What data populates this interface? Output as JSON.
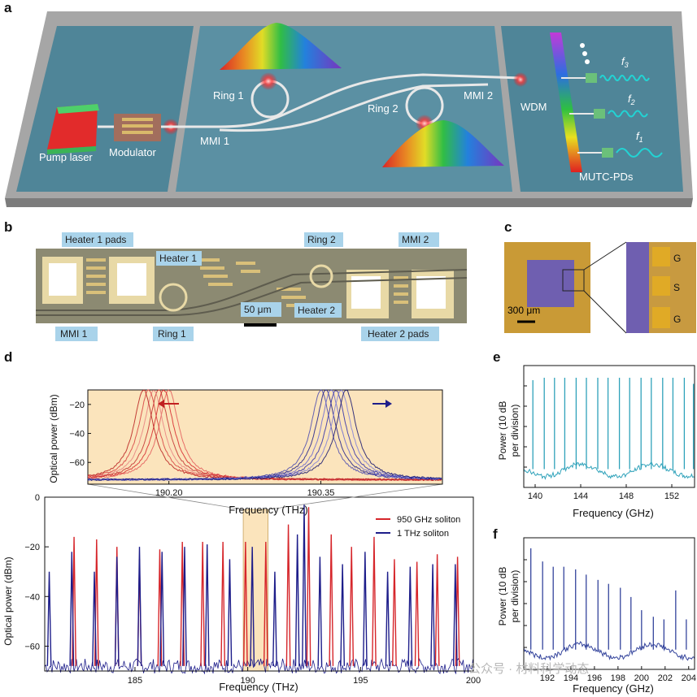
{
  "figure": {
    "panel_letters": {
      "a": "a",
      "b": "b",
      "c": "c",
      "d": "d",
      "e": "e",
      "f": "f"
    }
  },
  "panel_a": {
    "labels": {
      "pump_laser": "Pump laser",
      "modulator": "Modulator",
      "mmi1": "MMI 1",
      "ring1": "Ring 1",
      "ring2": "Ring 2",
      "mmi2": "MMI 2",
      "wdm": "WDM",
      "mutc": "MUTC-PDs",
      "f_base": "f",
      "f3_sub": "3",
      "f2_sub": "2",
      "f1_sub": "1"
    },
    "colors": {
      "board": "#5a8ea0",
      "frame": "#9a9a9a",
      "laser_red": "#e02020",
      "laser_green": "#3ec45a",
      "mutc_wave": "#22d4d4"
    }
  },
  "panel_b": {
    "labels": {
      "heater1_pads": "Heater 1 pads",
      "heater1": "Heater 1",
      "ring2": "Ring 2",
      "mmi2": "MMI 2",
      "mmi1": "MMI 1",
      "ring1": "Ring 1",
      "scale": "50 μm",
      "heater2": "Heater 2",
      "heater2_pads": "Heater 2 pads"
    },
    "colors": {
      "chip": "#8c8a72",
      "pad": "#e8d9a6",
      "label_bg": "#a9d3ea"
    }
  },
  "panel_c": {
    "labels": {
      "scale": "300 μm",
      "g_top": "G",
      "s": "S",
      "g_bottom": "G"
    },
    "colors": {
      "die": "#6f5fb0",
      "gold": "#d6a632"
    }
  },
  "panel_d": {
    "ylabel": "Optical power (dBm)",
    "xlabel": "Frequency (THz)",
    "legend": {
      "red": "950 GHz soliton",
      "blue": "1 THz soliton"
    },
    "inset_ylabel": "Optical power (dBm)",
    "inset_xlabel": "Frequency (THz)"
  },
  "panel_e": {
    "ylabel_line1": "Power (10 dB",
    "ylabel_line2": "per division)",
    "xlabel": "Frequency (GHz)"
  },
  "panel_f": {
    "ylabel_line1": "Power (10 dB",
    "ylabel_line2": "per division)",
    "xlabel": "Frequency (GHz)"
  },
  "watermark": "公众号 · 材料科学动态",
  "chart_data": [
    {
      "panel": "d",
      "type": "line",
      "xlabel": "Frequency (THz)",
      "ylabel": "Optical power (dBm)",
      "xlim": [
        181,
        200
      ],
      "ylim": [
        -70,
        0
      ],
      "xticks": [
        185,
        190,
        195,
        200
      ],
      "yticks": [
        0,
        -20,
        -40,
        -60
      ],
      "highlight_band": [
        189.8,
        190.9
      ],
      "series": [
        {
          "name": "950 GHz soliton",
          "color": "#d6262b",
          "x": [
            182.3,
            183.3,
            184.2,
            185.2,
            186.1,
            187.1,
            188.0,
            188.9,
            189.9,
            190.8,
            191.8,
            192.7,
            193.7,
            194.6,
            195.6,
            196.5,
            197.5,
            198.4,
            199.3
          ],
          "values": [
            -16,
            -17,
            -20,
            -25,
            -21,
            -18,
            -18,
            -18,
            -18,
            -18,
            -11,
            -4,
            -15,
            -20,
            -16,
            -25,
            -26,
            -23,
            -24
          ]
        },
        {
          "name": "1 THz soliton",
          "color": "#1d1d8a",
          "x": [
            181.2,
            182.2,
            183.2,
            184.2,
            185.2,
            186.2,
            187.2,
            188.2,
            189.2,
            190.2,
            191.2,
            192.2,
            192.5,
            193.2,
            194.2,
            195.2,
            196.2,
            197.2,
            198.2,
            199.2
          ],
          "values": [
            -30,
            -22,
            -30,
            -24,
            -20,
            -22,
            -20,
            -19,
            -25,
            -20,
            -30,
            -15,
            -3,
            -24,
            -27,
            -22,
            -30,
            -28,
            -27,
            -27
          ]
        }
      ]
    },
    {
      "panel": "d-inset",
      "type": "line",
      "xlabel": "Frequency (THz)",
      "ylabel": "Optical power (dBm)",
      "xticks": [
        190.2,
        190.35
      ],
      "yticks": [
        -20,
        -40,
        -60
      ],
      "ylim": [
        -75,
        -10
      ],
      "series": [
        {
          "name": "950 GHz soliton",
          "color": "#d6262b",
          "peak_x": 190.2,
          "peak_y": -10
        },
        {
          "name": "1 THz soliton",
          "color": "#1d1d8a",
          "peak_x": 190.35,
          "peak_y": -10
        }
      ]
    },
    {
      "panel": "e",
      "type": "line",
      "xlabel": "Frequency (GHz)",
      "ylabel": "Power (10 dB per division)",
      "xlim": [
        139,
        154
      ],
      "xticks": [
        140,
        144,
        148,
        152
      ],
      "color": "#2fa2ba",
      "peaks_x": [
        139.8,
        140.8,
        141.7,
        142.6,
        143.6,
        144.5,
        145.5,
        146.4,
        147.4,
        148.3,
        149.3,
        150.2,
        151.2,
        152.1,
        153.1,
        153.9
      ],
      "peaks_level": [
        0.88,
        0.9,
        0.9,
        0.9,
        0.9,
        0.9,
        0.9,
        0.9,
        0.9,
        0.9,
        0.9,
        0.9,
        0.9,
        0.9,
        0.9,
        0.85
      ]
    },
    {
      "panel": "f",
      "type": "line",
      "xlabel": "Frequency (GHz)",
      "ylabel": "Power (10 dB per division)",
      "xlim": [
        190,
        204.5
      ],
      "xticks": [
        192,
        194,
        196,
        198,
        200,
        202,
        204
      ],
      "color": "#34449c",
      "peaks_x": [
        190.6,
        191.6,
        192.5,
        193.4,
        194.4,
        195.3,
        196.3,
        197.2,
        198.2,
        199.1,
        200.0,
        201.0,
        201.9,
        202.9,
        203.8
      ],
      "peaks_level": [
        0.92,
        0.82,
        0.78,
        0.78,
        0.76,
        0.72,
        0.68,
        0.65,
        0.62,
        0.55,
        0.45,
        0.4,
        0.38,
        0.6,
        0.38
      ]
    }
  ]
}
